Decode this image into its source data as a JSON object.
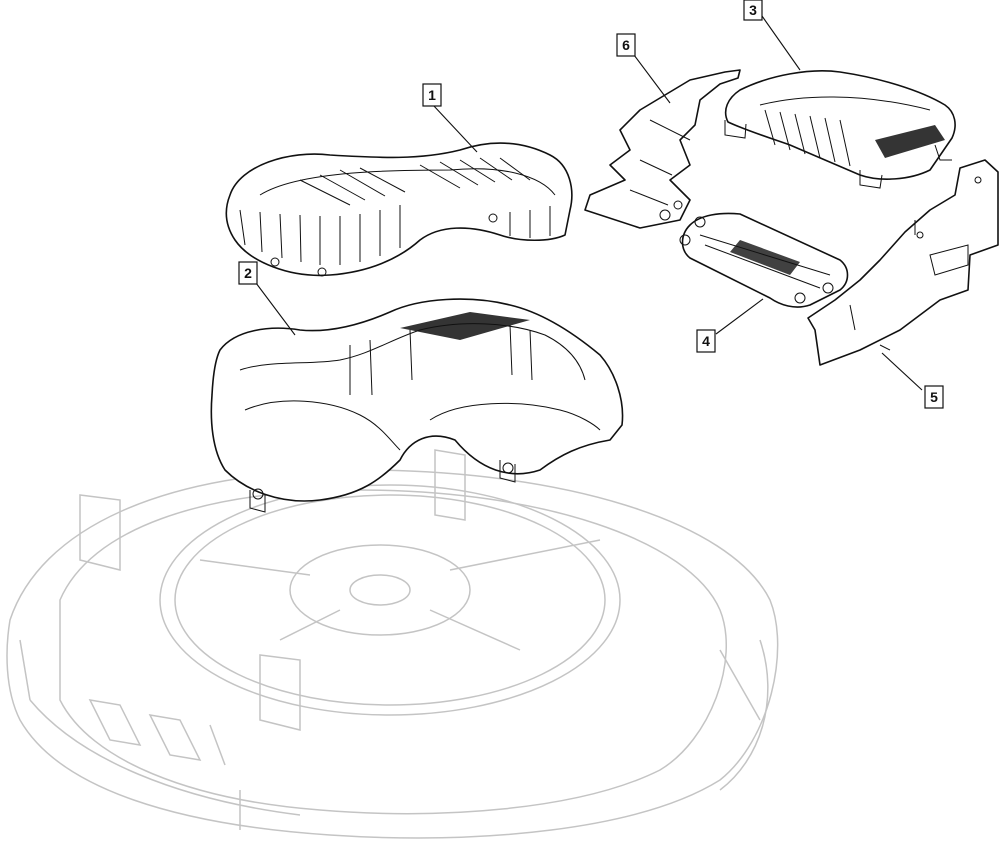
{
  "callouts": [
    {
      "id": "1",
      "label": "1"
    },
    {
      "id": "2",
      "label": "2"
    },
    {
      "id": "3",
      "label": "3"
    },
    {
      "id": "4",
      "label": "4"
    },
    {
      "id": "5",
      "label": "5"
    },
    {
      "id": "6",
      "label": "6"
    }
  ],
  "colors": {
    "line": "#111111",
    "ghost": "#c4c4c4",
    "background": "#ffffff"
  }
}
